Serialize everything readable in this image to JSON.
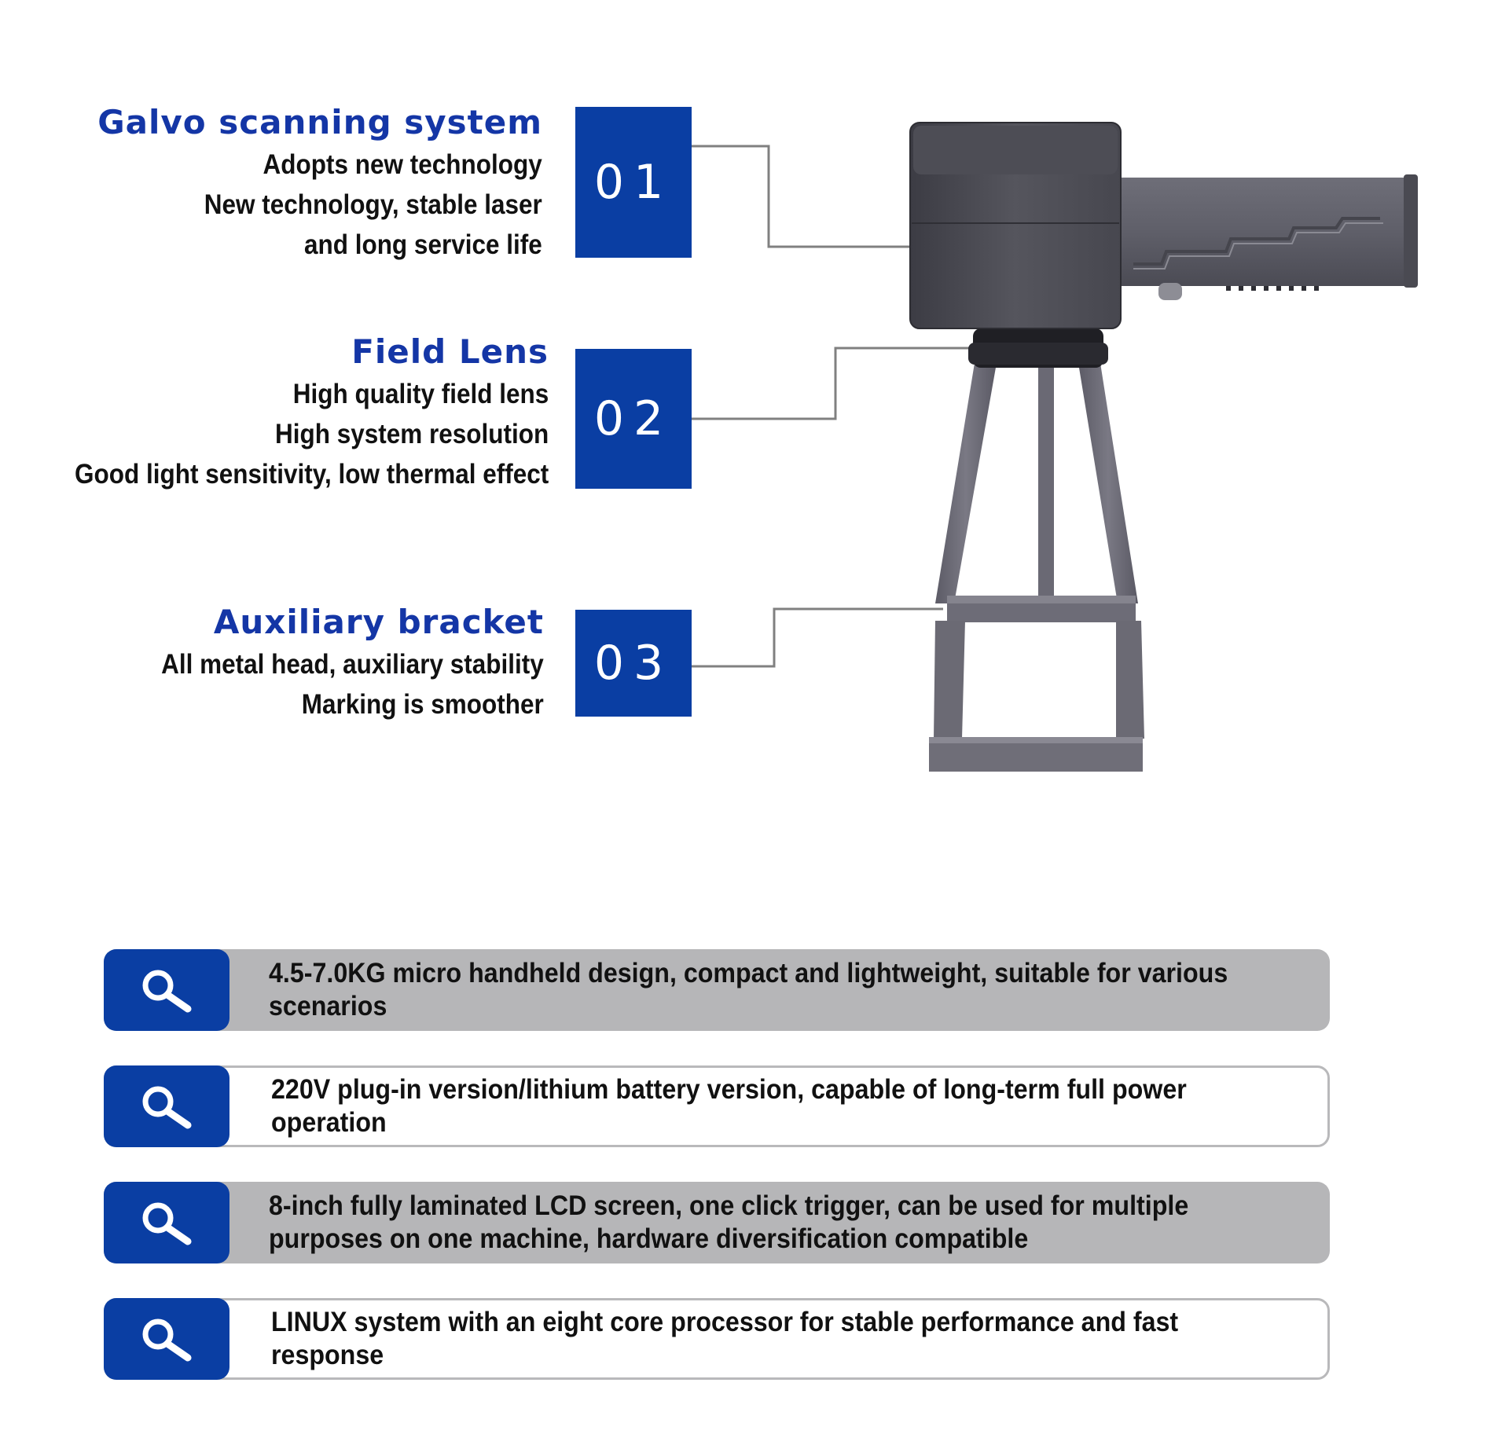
{
  "features": [
    {
      "number": "01",
      "title": "Galvo scanning system",
      "lines": [
        "Adopts new technology",
        "New technology, stable laser",
        "and long service life"
      ]
    },
    {
      "number": "02",
      "title": "Field Lens",
      "lines": [
        "High quality field lens",
        "High system resolution",
        "Good light sensitivity, low thermal effect"
      ]
    },
    {
      "number": "03",
      "title": "Auxiliary bracket",
      "lines": [
        "All metal head, auxiliary stability",
        "Marking is smoother"
      ]
    }
  ],
  "bullets": [
    {
      "text": "4.5-7.0KG micro handheld design, compact and lightweight, suitable for various scenarios",
      "icon": "search-icon"
    },
    {
      "text": "220V plug-in version/lithium battery version, capable of long-term full power operation",
      "icon": "search-icon"
    },
    {
      "text": "8-inch fully laminated LCD screen, one click trigger, can be used for multiple purposes on one machine, hardware diversification compatible",
      "icon": "search-icon"
    },
    {
      "text": "LINUX system with an eight core processor for stable performance and fast response",
      "icon": "search-icon"
    }
  ],
  "colors": {
    "accent_blue": "#0a3ea3",
    "title_blue": "#1436a6",
    "bar_gray": "#b6b6b8",
    "machine_gray": "#5b5b63"
  }
}
